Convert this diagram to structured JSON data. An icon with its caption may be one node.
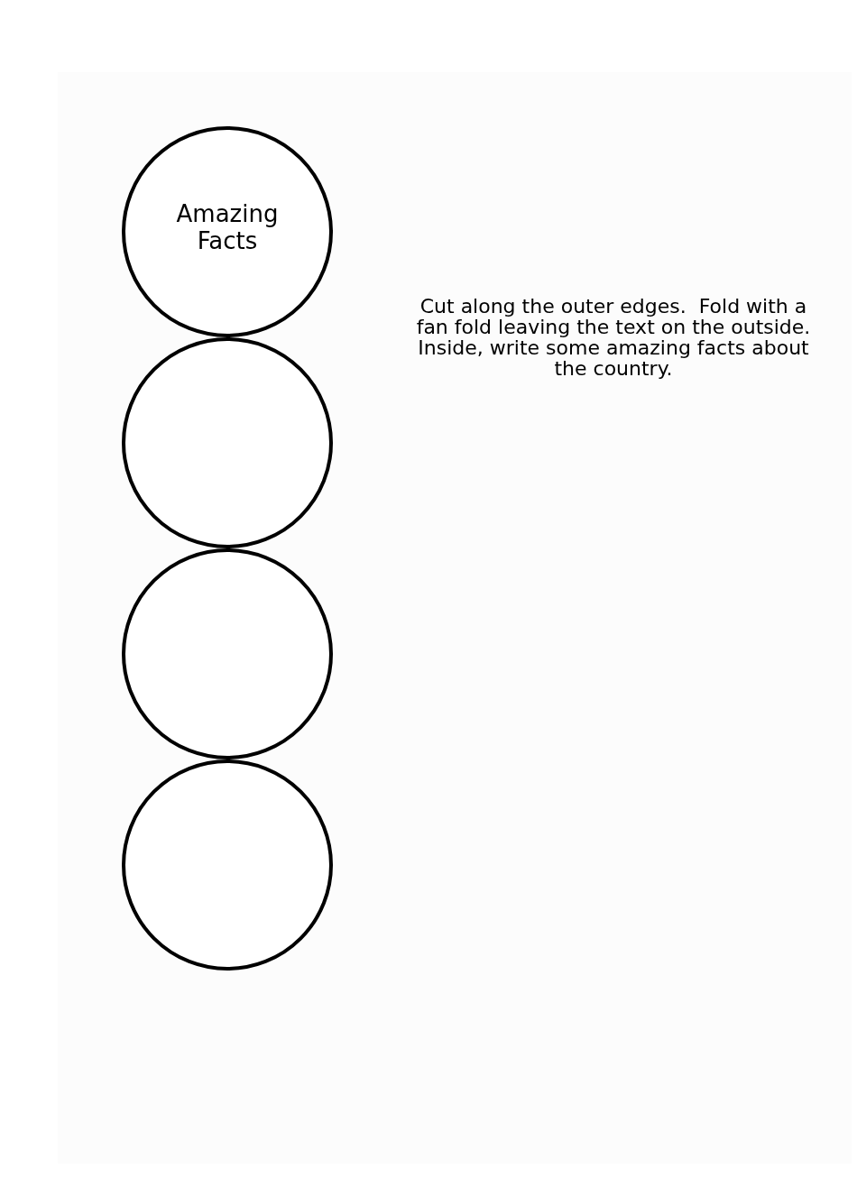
{
  "diagram": {
    "nodes": [
      {
        "text": [
          "Amazing Facts"
        ]
      },
      {
        "text": [],
        "shape": "circle"
      },
      {
        "text": [],
        "shape": "circle"
      },
      {
        "text": [],
        "shape": "circle"
      }
    ],
    "edges": [],
    "labels": [
      "Cut along the outer edges.  Fold with a fan fold leaving the text on the outside.  Inside, write some amazing facts about the country."
    ]
  }
}
